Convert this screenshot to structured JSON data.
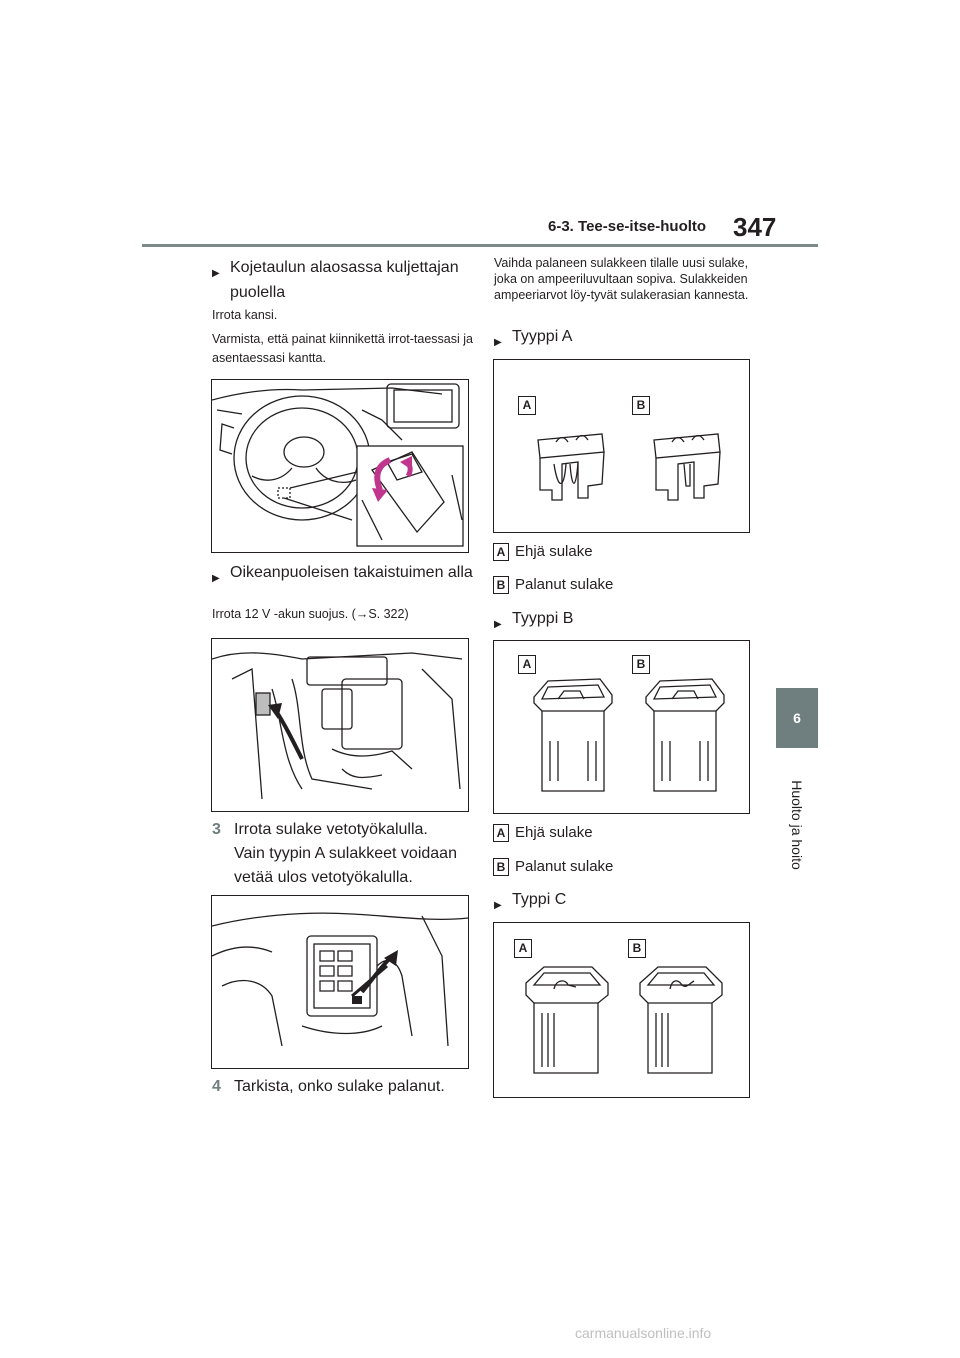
{
  "header": {
    "section": "6-3. Tee-se-itse-huolto",
    "page_number": "347",
    "side_tab_number": "6",
    "side_tab_label": "Huolto ja hoito"
  },
  "left": {
    "bullet1": "Kojetaulun alaosassa kuljettajan puolella",
    "text1": "Irrota kansi.",
    "text2": "Varmista, että painat kiinnikettä irrot-taessasi ja asentaessasi kantta.",
    "bullet2": "Oikeanpuoleisen takaistuimen alla",
    "text3": "Irrota 12 V -akun suojus. (→S. 322)",
    "step3_num": "3",
    "step3_text": "Irrota sulake vetotyökalulla.",
    "step3_sub": "Vain tyypin A sulakkeet voidaan vetää ulos vetotyökalulla.",
    "step4_num": "4",
    "step4_text": "Tarkista, onko sulake palanut."
  },
  "right": {
    "intro": "Vaihda palaneen sulakkeen tilalle uusi sulake, joka on ampeeriluvultaan sopiva. Sulakkeiden ampeeriarvot löy-tyvät sulakerasian kannesta.",
    "type_a": "Tyyppi A",
    "type_b": "Tyyppi B",
    "type_c": "Typpi C",
    "label_a": "A",
    "label_b": "B",
    "legend_a": "Ehjä sulake",
    "legend_b": "Palanut sulake"
  },
  "footer": {
    "watermark": "carmanualsonline.info"
  }
}
